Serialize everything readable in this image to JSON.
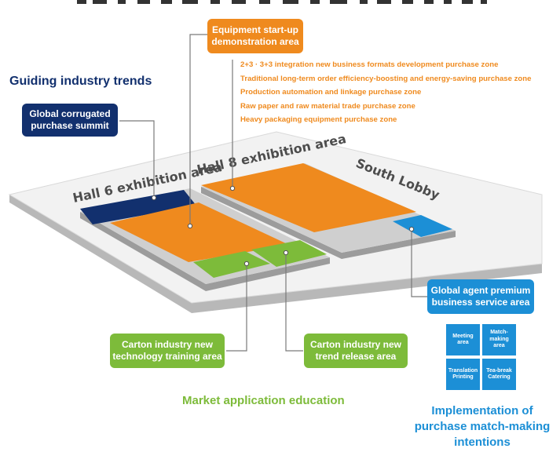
{
  "headings": {
    "guiding": "Guiding industry trends",
    "market": "Market application education",
    "implementation": "Implementation of\npurchase match-making\nintentions"
  },
  "halls": {
    "hall6": "Hall 6 exhibition area",
    "hall8": "Hall 8 exhibition area",
    "south_lobby": "South Lobby"
  },
  "callouts": {
    "summit": "Global corrugated\npurchase summit",
    "equipment": "Equipment start-up\ndemonstration area",
    "training": "Carton industry new\ntechnology training area",
    "trend": "Carton industry new\ntrend release area",
    "agent": "Global agent premium\nbusiness service area"
  },
  "zones": [
    "2+3 · 3+3 integration new business formats development purchase zone",
    "Traditional long-term order efficiency-boosting and energy-saving purchase zone",
    "Production automation and linkage purchase zone",
    "Raw paper and raw material trade purchase zone",
    "Heavy packaging equipment purchase zone"
  ],
  "services": [
    "Meeting\narea",
    "Match-\nmaking\narea",
    "Translation\nPrinting",
    "Tea-break\nCatering"
  ],
  "colors": {
    "navy": "#12306e",
    "orange": "#ef8a1e",
    "green": "#7dbb3a",
    "blue": "#1c8fd6",
    "floor": "#f2f2f2",
    "gray": "#c8c8c8"
  }
}
